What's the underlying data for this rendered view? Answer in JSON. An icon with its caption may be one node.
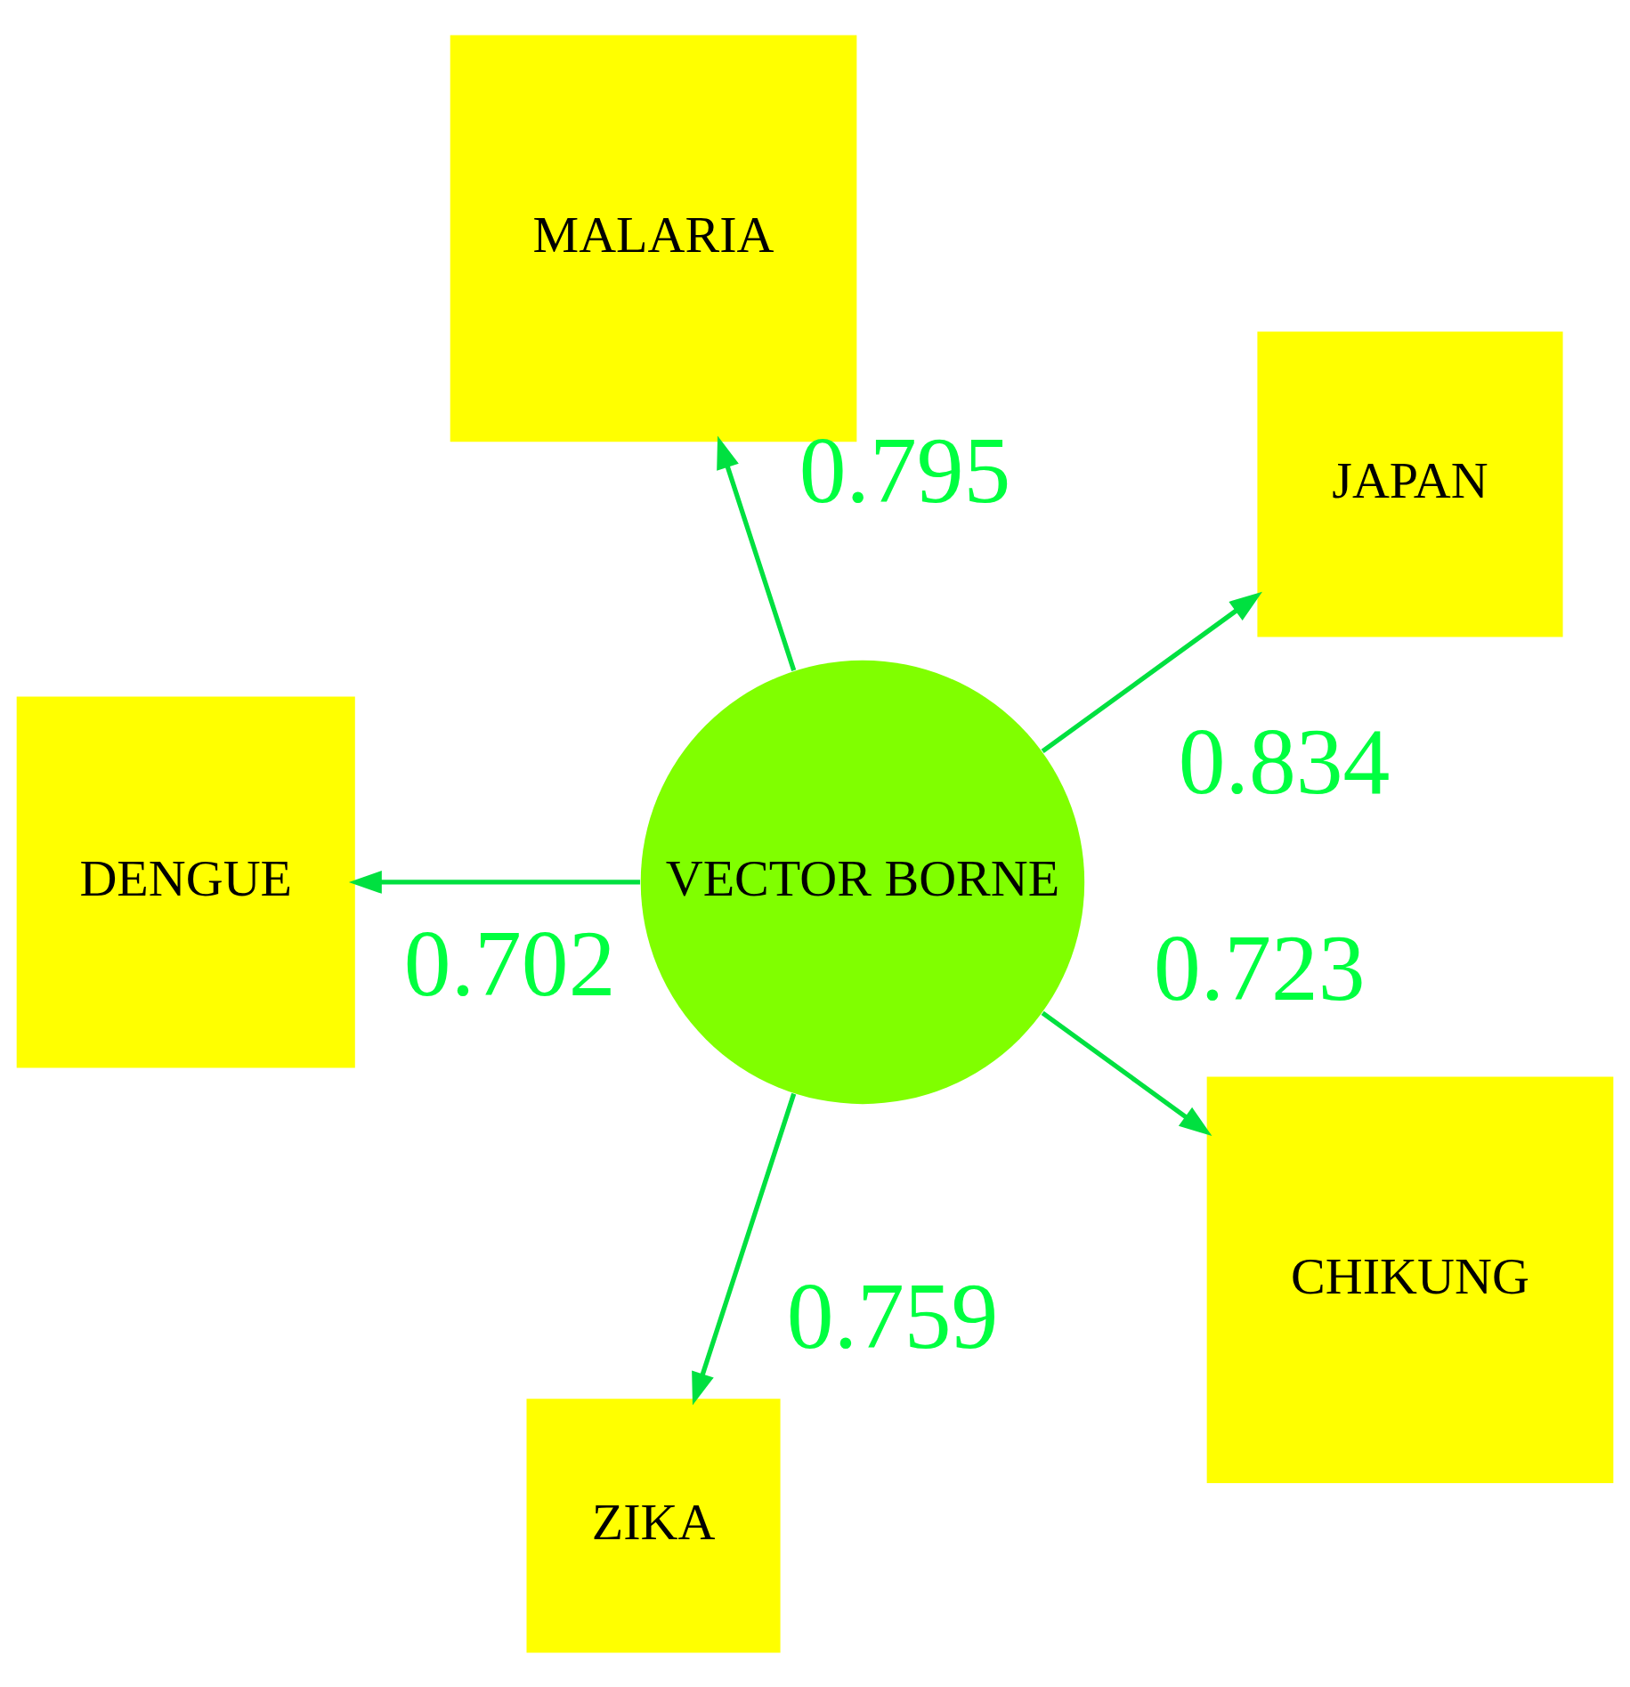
{
  "diagram": {
    "nodes": [
      {
        "text": [
          "VECTOR BORNE"
        ]
      },
      {
        "text": [
          "JAPAN"
        ]
      },
      {
        "text": [
          "MALARIA"
        ]
      },
      {
        "text": [
          "DENGUE"
        ]
      },
      {
        "text": [
          "ZIKA"
        ]
      },
      {
        "text": [
          "CHIKUNG"
        ]
      }
    ],
    "edges": [
      {
        "from": 0,
        "to": 1,
        "arrow": "to",
        "label": "0.834"
      },
      {
        "from": 0,
        "to": 2,
        "arrow": "to",
        "label": "0.795"
      },
      {
        "from": 0,
        "to": 3,
        "arrow": "to",
        "label": "0.702"
      },
      {
        "from": 0,
        "to": 4,
        "arrow": "to",
        "label": "0.759"
      },
      {
        "from": 0,
        "to": 5,
        "arrow": "to",
        "label": "0.723"
      }
    ]
  }
}
